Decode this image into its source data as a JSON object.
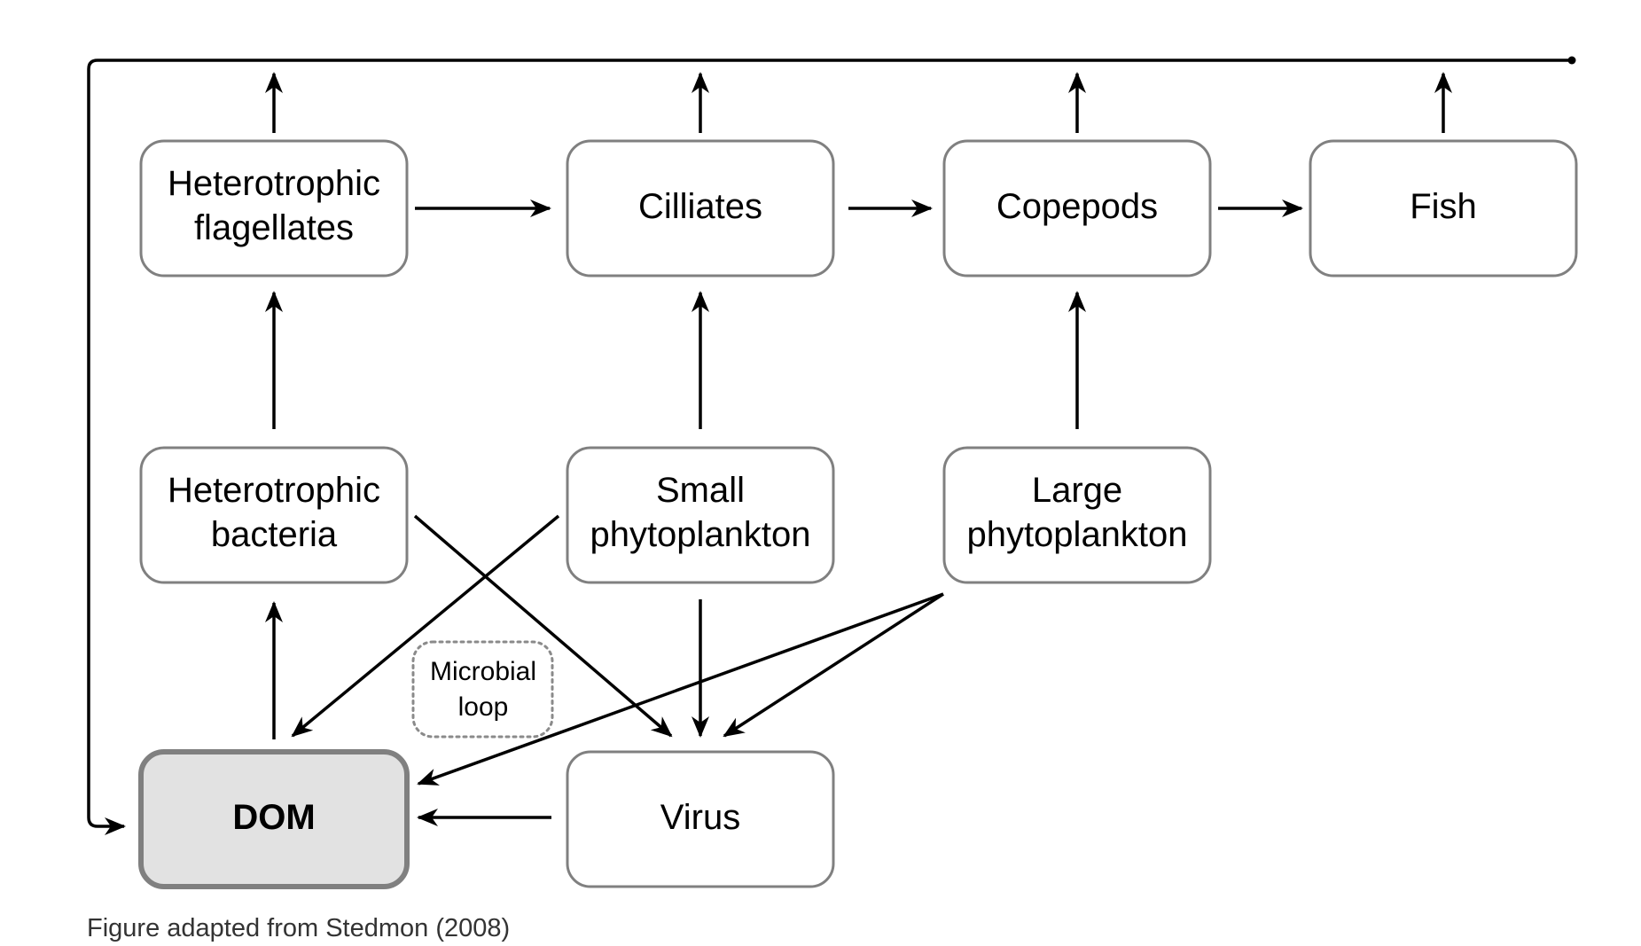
{
  "nodes": {
    "heterotrophic_flagellates": {
      "lines": [
        "Heterotrophic",
        "flagellates"
      ]
    },
    "cilliates": {
      "lines": [
        "Cilliates"
      ]
    },
    "copepods": {
      "lines": [
        "Copepods"
      ]
    },
    "fish": {
      "lines": [
        "Fish"
      ]
    },
    "heterotrophic_bacteria": {
      "lines": [
        "Heterotrophic",
        "bacteria"
      ]
    },
    "small_phytoplankton": {
      "lines": [
        "Small",
        "phytoplankton"
      ]
    },
    "large_phytoplankton": {
      "lines": [
        "Large",
        "phytoplankton"
      ]
    },
    "dom": {
      "lines": [
        "DOM"
      ]
    },
    "virus": {
      "lines": [
        "Virus"
      ]
    }
  },
  "microbial_loop": {
    "lines": [
      "Microbial",
      "loop"
    ]
  },
  "caption": "Figure adapted from Stedmon (2008)",
  "colors": {
    "box_border": "#808080",
    "dom_fill": "#e2e2e2",
    "arrow": "#000000",
    "caption": "#333333"
  }
}
